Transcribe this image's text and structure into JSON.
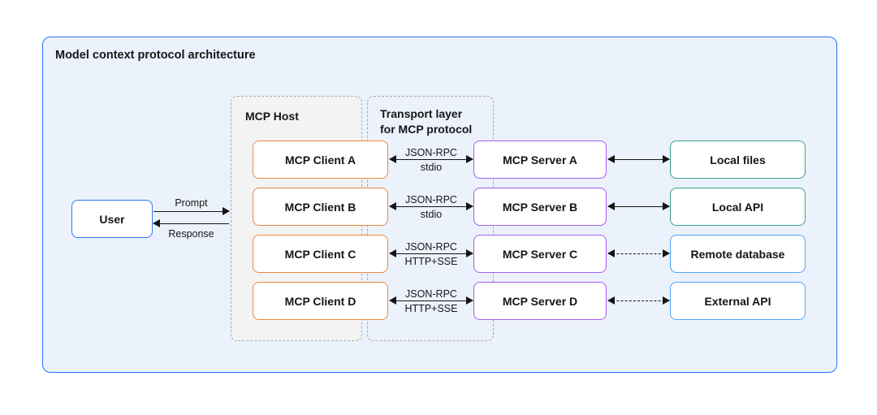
{
  "container": {
    "title": "Model context protocol architecture"
  },
  "user": {
    "label": "User"
  },
  "user_arrows": {
    "prompt": "Prompt",
    "response": "Response"
  },
  "host": {
    "label": "MCP Host",
    "clients": [
      {
        "label": "MCP Client A"
      },
      {
        "label": "MCP Client B"
      },
      {
        "label": "MCP Client C"
      },
      {
        "label": "MCP Client D"
      }
    ]
  },
  "transport": {
    "label_line1": "Transport layer",
    "label_line2": "for MCP protocol",
    "links": [
      {
        "top": "JSON-RPC",
        "bottom": "stdio"
      },
      {
        "top": "JSON-RPC",
        "bottom": "stdio"
      },
      {
        "top": "JSON-RPC",
        "bottom": "HTTP+SSE"
      },
      {
        "top": "JSON-RPC",
        "bottom": "HTTP+SSE"
      }
    ]
  },
  "servers": [
    {
      "label": "MCP Server A"
    },
    {
      "label": "MCP Server B"
    },
    {
      "label": "MCP Server C"
    },
    {
      "label": "MCP Server D"
    }
  ],
  "resources": [
    {
      "label": "Local files",
      "link_style": "solid"
    },
    {
      "label": "Local API",
      "link_style": "solid"
    },
    {
      "label": "Remote database",
      "link_style": "dashed"
    },
    {
      "label": "External API",
      "link_style": "dashed"
    }
  ],
  "colors": {
    "container_bg": "#EBF2FC",
    "container_border": "#2B6DF3",
    "host_bg": "#F3F3F4",
    "dashed_border": "#A9A9A9",
    "client_border": "#F0873C",
    "server_border": "#A55BEE",
    "local_border": "#3D9D90",
    "remote_border": "#4EA3F7",
    "user_border": "#2B77F2",
    "arrow": "#141414",
    "text": "#161616"
  }
}
